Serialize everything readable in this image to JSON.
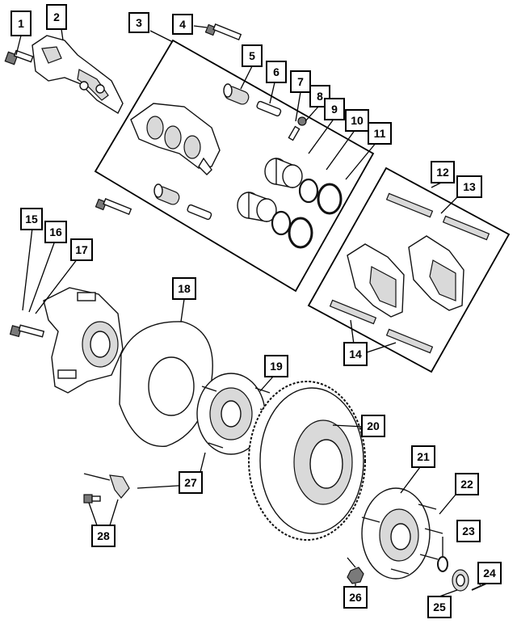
{
  "diagram": {
    "callouts": [
      {
        "id": "1",
        "label": "1"
      },
      {
        "id": "2",
        "label": "2"
      },
      {
        "id": "3",
        "label": "3"
      },
      {
        "id": "4",
        "label": "4"
      },
      {
        "id": "5",
        "label": "5"
      },
      {
        "id": "6",
        "label": "6"
      },
      {
        "id": "7",
        "label": "7"
      },
      {
        "id": "8",
        "label": "8"
      },
      {
        "id": "9",
        "label": "9"
      },
      {
        "id": "10",
        "label": "10"
      },
      {
        "id": "11",
        "label": "11"
      },
      {
        "id": "12",
        "label": "12"
      },
      {
        "id": "13",
        "label": "13"
      },
      {
        "id": "14",
        "label": "14"
      },
      {
        "id": "15",
        "label": "15"
      },
      {
        "id": "16",
        "label": "16"
      },
      {
        "id": "17",
        "label": "17"
      },
      {
        "id": "18",
        "label": "18"
      },
      {
        "id": "19",
        "label": "19"
      },
      {
        "id": "20",
        "label": "20"
      },
      {
        "id": "21",
        "label": "21"
      },
      {
        "id": "22",
        "label": "22"
      },
      {
        "id": "23",
        "label": "23"
      },
      {
        "id": "24",
        "label": "24"
      },
      {
        "id": "25",
        "label": "25"
      },
      {
        "id": "26",
        "label": "26"
      },
      {
        "id": "27",
        "label": "27"
      },
      {
        "id": "28",
        "label": "28"
      }
    ]
  }
}
